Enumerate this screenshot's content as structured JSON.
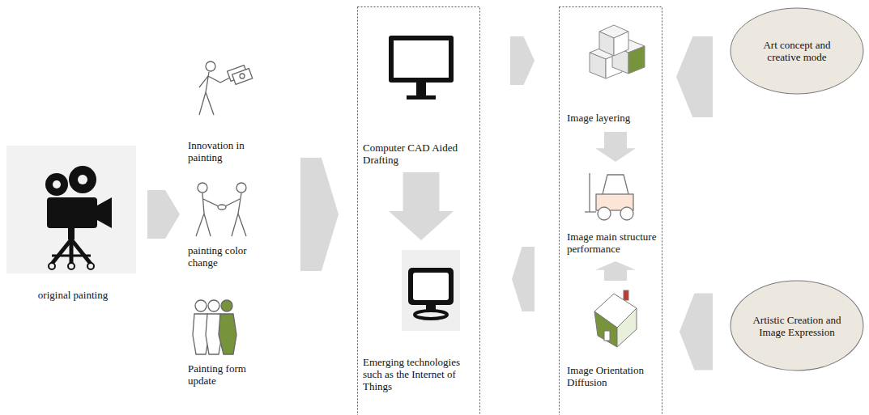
{
  "diagram": {
    "nodes": [
      {
        "text": [
          "original painting"
        ]
      },
      {
        "text": [
          "Innovation in painting"
        ]
      },
      {
        "text": [
          "painting color change"
        ]
      },
      {
        "text": [
          "Painting form update"
        ]
      },
      {
        "text": [
          "Computer CAD Aided Drafting"
        ]
      },
      {
        "text": [
          "Emerging technologies such as the Internet of Things"
        ]
      },
      {
        "text": [
          "Image layering"
        ]
      },
      {
        "text": [
          "Image main structure performance"
        ]
      },
      {
        "text": [
          "Image Orientation Diffusion"
        ]
      },
      {
        "text": [
          "Art concept and creative mode"
        ]
      },
      {
        "text": [
          "Artistic Creation and Image Expression"
        ]
      }
    ],
    "edges": [
      {
        "from": 0,
        "to": 2,
        "arrow": "to"
      },
      {
        "from": 2,
        "to": 4,
        "arrow": "to"
      },
      {
        "from": 4,
        "to": 5,
        "arrow": "to"
      },
      {
        "from": 4,
        "to": 6,
        "arrow": "to"
      },
      {
        "from": 6,
        "to": 7,
        "arrow": "to"
      },
      {
        "from": 8,
        "to": 7,
        "arrow": "to"
      },
      {
        "from": 7,
        "to": 5,
        "arrow": "to"
      },
      {
        "from": 9,
        "to": 6,
        "arrow": "to"
      },
      {
        "from": 10,
        "to": 8,
        "arrow": "to"
      }
    ]
  }
}
